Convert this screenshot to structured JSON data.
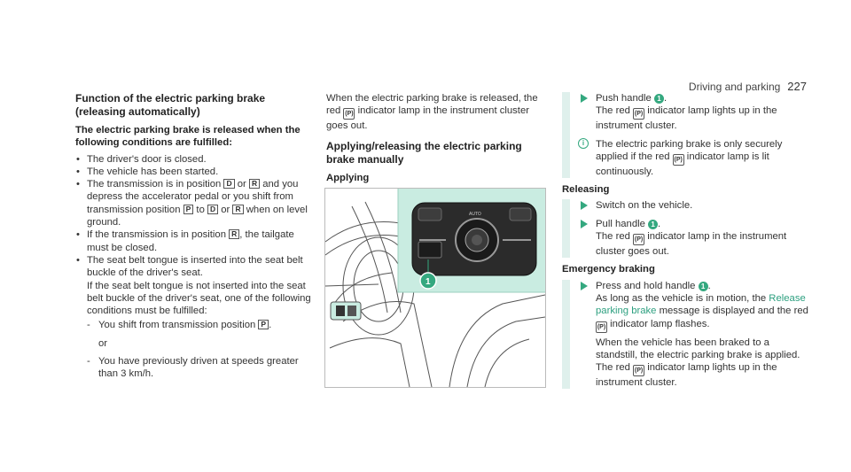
{
  "header": {
    "section": "Driving and parking",
    "page": "227"
  },
  "col1": {
    "heading": "Function of the electric parking brake (releasing automatically)",
    "subheading": "The electric parking brake is released when the following conditions are fulfilled:",
    "b1": "The driver's door is closed.",
    "b2": "The vehicle has been started.",
    "b3_a": "The transmission is in position ",
    "b3_g1": "D",
    "b3_b": " or ",
    "b3_g2": "R",
    "b3_c": " and you depress the accelerator pedal or you shift from transmission position ",
    "b3_g3": "P",
    "b3_d": " to ",
    "b3_g4": "D",
    "b3_e": " or ",
    "b3_g5": "R",
    "b3_f": " when on level ground.",
    "b4_a": "If the transmission is in position ",
    "b4_g": "R",
    "b4_b": ", the tailgate must be closed.",
    "b5": "The seat belt tongue is inserted into the seat belt buckle of the driver's seat.",
    "b5_cont": "If the seat belt tongue is not inserted into the seat belt buckle of the driver's seat, one of the following conditions must be fulfilled:",
    "dash": "-",
    "s1_a": "You shift from transmission position ",
    "s1_g": "P",
    "s1_b": ".",
    "or": "or",
    "s2": "You have previously driven at speeds greater than 3 km/h."
  },
  "col2": {
    "intro_a": "When the electric parking brake is released, the red ",
    "intro_b": " indicator lamp in the instrument cluster goes out.",
    "heading": "Applying/releasing the electric parking brake manually",
    "sub": "Applying",
    "lamp_glyph": "(P)",
    "fig_label": "1",
    "fig_auto": "AUTO"
  },
  "col3": {
    "num": "1",
    "p1_a": "Push handle ",
    "p1_b": ".",
    "p1_c": "The red ",
    "p1_d": " indicator lamp lights up in the instrument cluster.",
    "note_icon": "i",
    "note_a": "The electric parking brake is only securely applied if the red ",
    "note_b": " indicator lamp is lit continuously.",
    "h_releasing": "Releasing",
    "r1": "Switch on the vehicle.",
    "r2_a": "Pull handle ",
    "r2_b": ".",
    "r2_c": "The red ",
    "r2_d": " indicator lamp in the instrument cluster goes out.",
    "h_emergency": "Emergency braking",
    "e1_a": "Press and hold handle ",
    "e1_b": ".",
    "e1_c": "As long as the vehicle is in motion, the ",
    "e1_msg": "Release parking brake",
    "e1_d": " message is displayed and the red ",
    "e1_e": " indicator lamp flashes.",
    "e1_f": "When the vehicle has been braked to a standstill, the electric parking brake is applied. The red ",
    "e1_g": " indicator lamp lights up in the instrument cluster."
  },
  "colors": {
    "accent": "#34a87f",
    "figure_bg": "#c9ece1"
  }
}
